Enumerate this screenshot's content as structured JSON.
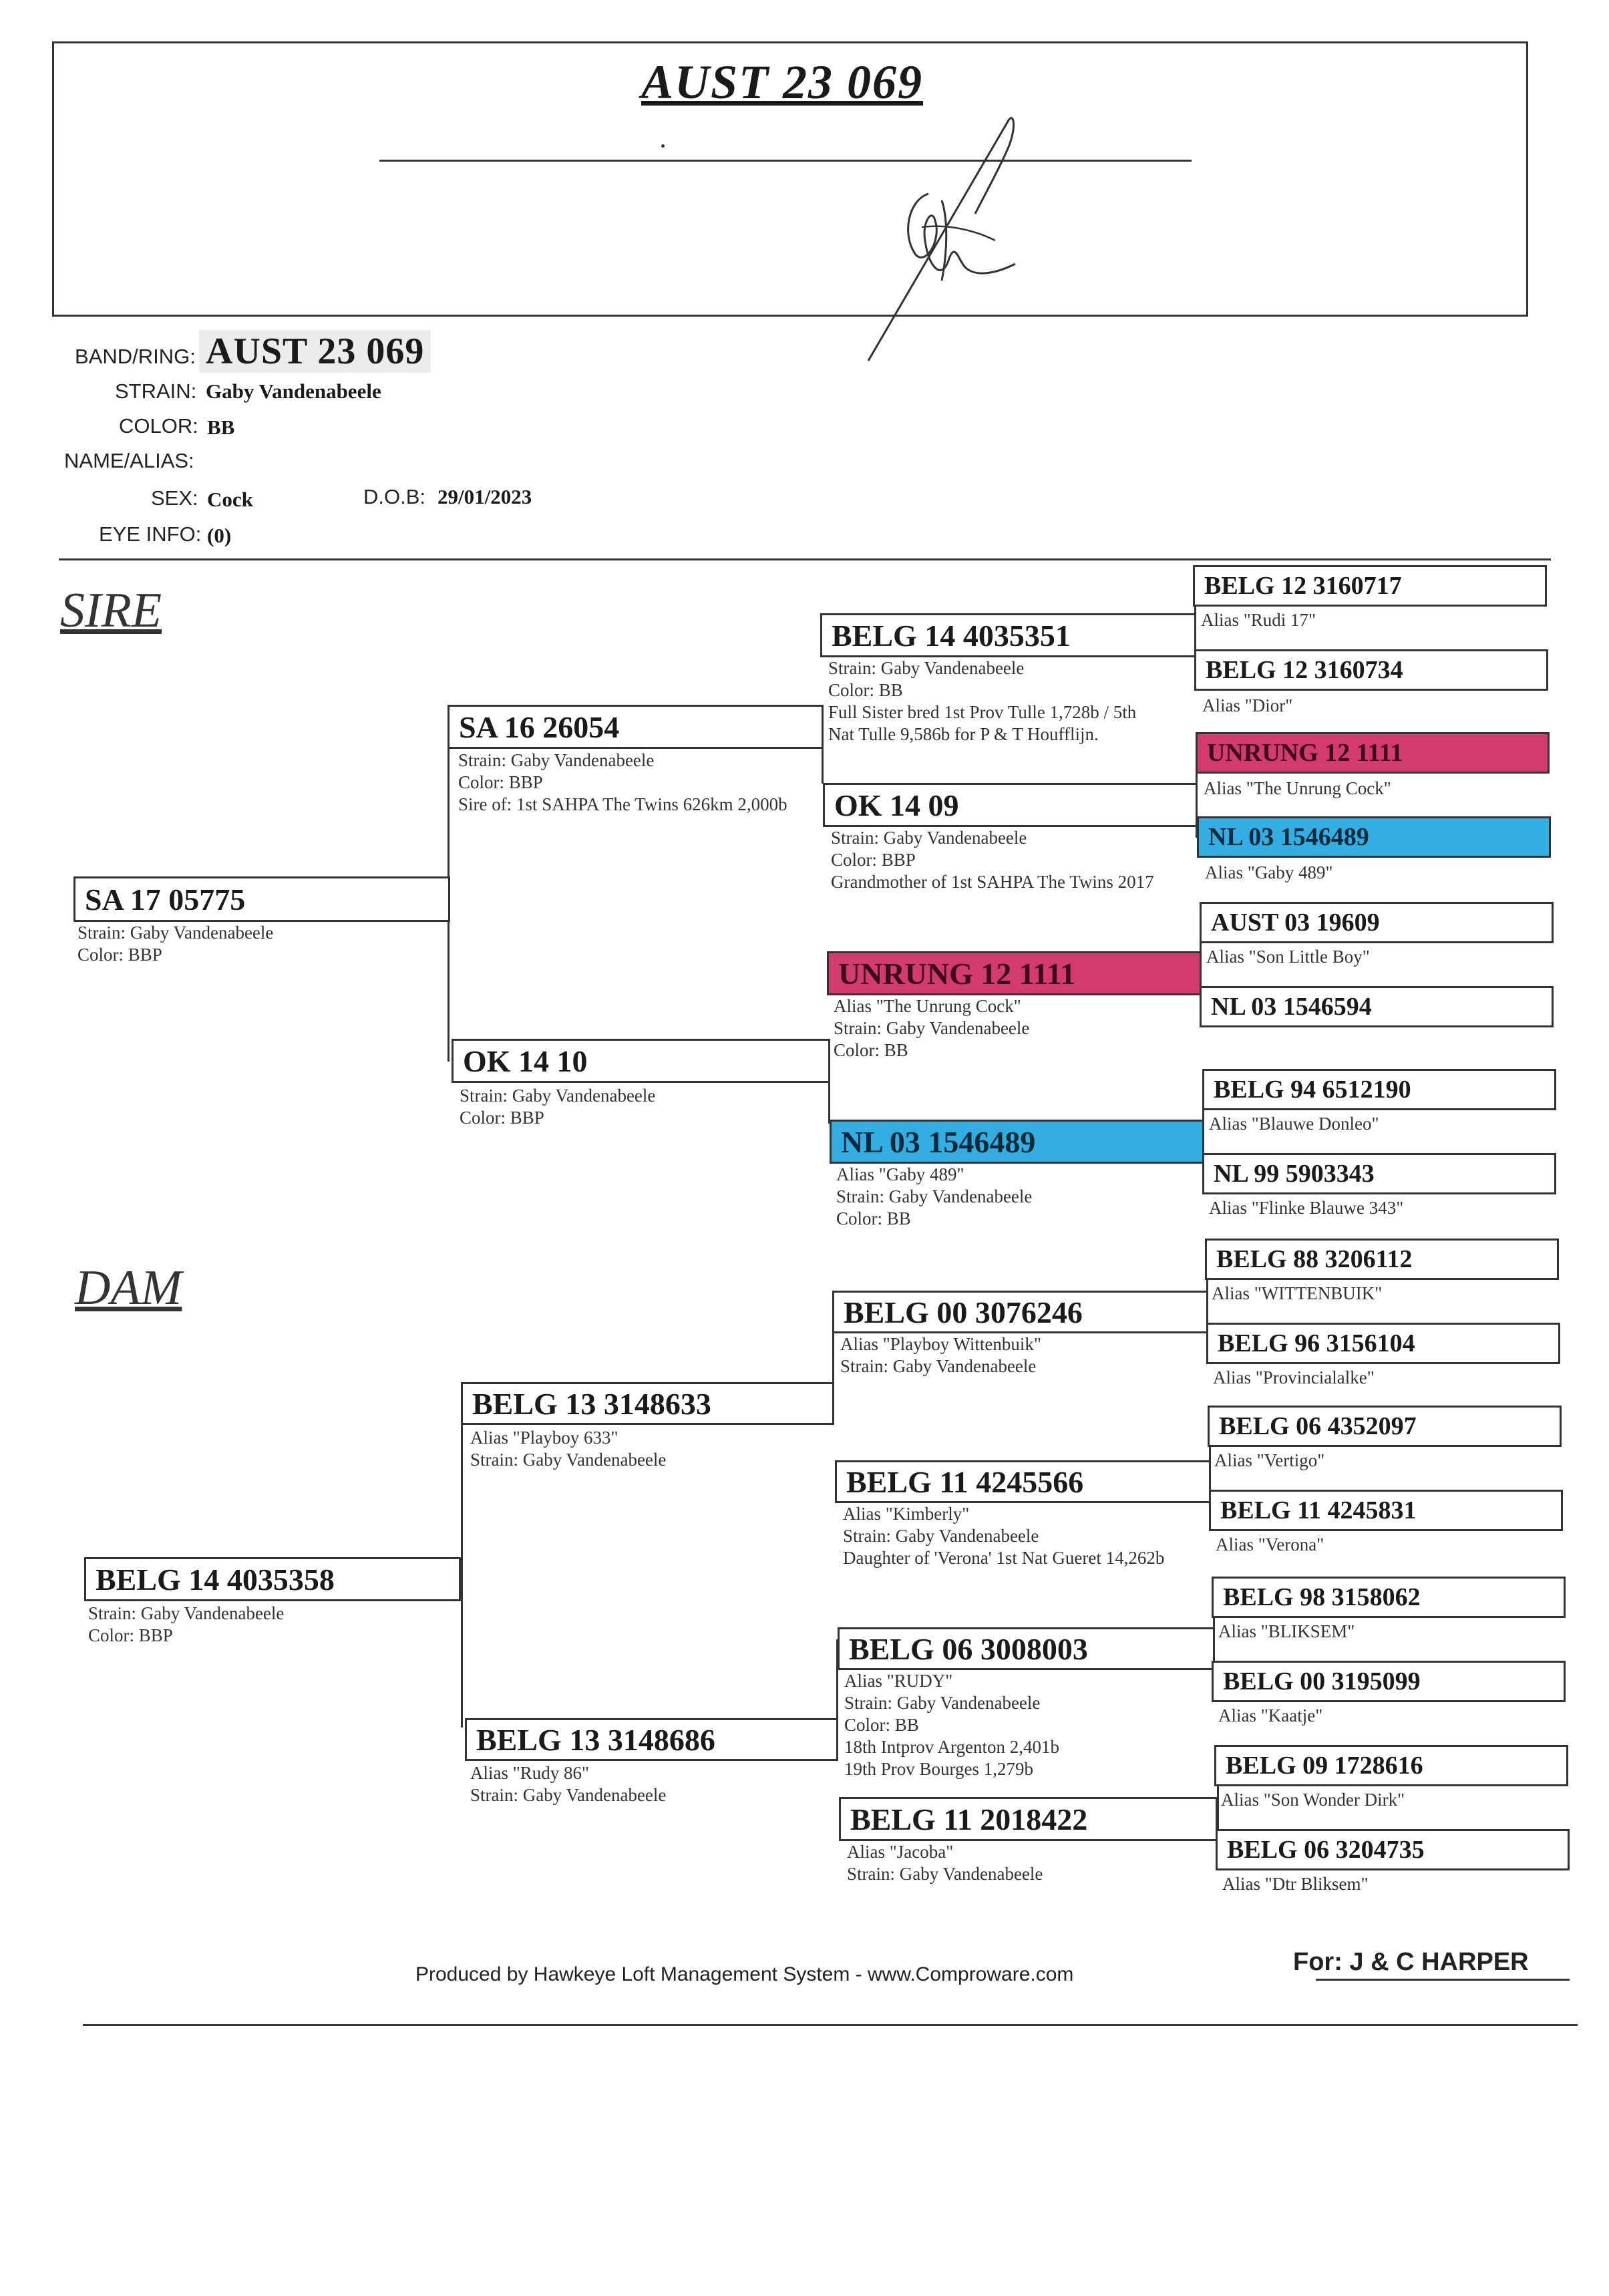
{
  "title": "AUST 23  069",
  "signature_mark": "handwritten signature",
  "info": {
    "band_label": "BAND/RING:",
    "band_value": "AUST 23  069",
    "strain_label": "STRAIN:",
    "strain_value": "Gaby Vandenabeele",
    "color_label": "COLOR:",
    "color_value": "BB",
    "name_label": "NAME/ALIAS:",
    "name_value": "",
    "sex_label": "SEX:",
    "sex_value": "Cock",
    "dob_label": "D.O.B:",
    "dob_value": "29/01/2023",
    "eye_label": "EYE INFO:",
    "eye_value": "(0)"
  },
  "sire_label": "SIRE",
  "dam_label": "DAM",
  "pedigree": {
    "sire": {
      "ring": "SA 17  05775",
      "lines": [
        "Strain: Gaby Vandenabeele",
        "Color: BBP"
      ]
    },
    "ss": {
      "ring": "SA 16  26054",
      "lines": [
        "Strain: Gaby Vandenabeele",
        "Color: BBP",
        "Sire of: 1st SAHPA The Twins 626km 2,000b"
      ]
    },
    "sd": {
      "ring": "OK 14  10",
      "lines": [
        "Strain: Gaby Vandenabeele",
        "Color: BBP"
      ]
    },
    "sss": {
      "ring": "BELG 14  4035351",
      "lines": [
        "Strain: Gaby Vandenabeele",
        "Color: BB",
        "Full Sister bred 1st Prov Tulle 1,728b / 5th",
        "Nat Tulle 9,586b for P & T Houfflijn."
      ]
    },
    "ssd": {
      "ring": "OK 14  09",
      "lines": [
        "Strain: Gaby Vandenabeele",
        "Color: BBP",
        "Grandmother of 1st SAHPA The Twins 2017"
      ]
    },
    "sds": {
      "ring": "UNRUNG 12  1111",
      "lines": [
        "Alias \"The Unrung Cock\"",
        "Strain: Gaby Vandenabeele",
        "Color: BB"
      ]
    },
    "sdd": {
      "ring": "NL 03  1546489",
      "lines": [
        "Alias \"Gaby 489\"",
        "Strain: Gaby Vandenabeele",
        "Color: BB"
      ]
    },
    "dam": {
      "ring": "BELG 14  4035358",
      "lines": [
        "Strain: Gaby Vandenabeele",
        "Color: BBP"
      ]
    },
    "ds": {
      "ring": "BELG 13  3148633",
      "lines": [
        "Alias \"Playboy 633\"",
        "Strain: Gaby Vandenabeele"
      ]
    },
    "dd": {
      "ring": "BELG 13  3148686",
      "lines": [
        "Alias \"Rudy 86\"",
        "Strain: Gaby Vandenabeele"
      ]
    },
    "dss": {
      "ring": "BELG 00  3076246",
      "lines": [
        "Alias \"Playboy Wittenbuik\"",
        "Strain: Gaby Vandenabeele"
      ]
    },
    "dsd": {
      "ring": "BELG 11  4245566",
      "lines": [
        "Alias \"Kimberly\"",
        "Strain: Gaby Vandenabeele",
        "Daughter of 'Verona' 1st Nat Gueret 14,262b"
      ]
    },
    "dds": {
      "ring": "BELG 06  3008003",
      "lines": [
        "Alias \"RUDY\"",
        "Strain: Gaby Vandenabeele",
        "Color: BB",
        "18th Intprov Argenton 2,401b",
        "19th Prov Bourges 1,279b"
      ]
    },
    "ddd": {
      "ring": "BELG 11  2018422",
      "lines": [
        "Alias \"Jacoba\"",
        "Strain: Gaby Vandenabeele"
      ]
    },
    "g4": [
      {
        "ring": "BELG 12  3160717",
        "alias": "Alias \"Rudi 17\""
      },
      {
        "ring": "BELG 12  3160734",
        "alias": "Alias \"Dior\""
      },
      {
        "ring": "UNRUNG 12  1111",
        "alias": "Alias \"The Unrung Cock\""
      },
      {
        "ring": "NL 03  1546489",
        "alias": "Alias \"Gaby 489\""
      },
      {
        "ring": "AUST 03  19609",
        "alias": "Alias \"Son Little Boy\""
      },
      {
        "ring": "NL 03  1546594",
        "alias": ""
      },
      {
        "ring": "BELG 94  6512190",
        "alias": "Alias \"Blauwe Donleo\""
      },
      {
        "ring": "NL 99  5903343",
        "alias": "Alias \"Flinke Blauwe 343\""
      },
      {
        "ring": "BELG 88  3206112",
        "alias": "Alias \"WITTENBUIK\""
      },
      {
        "ring": "BELG 96  3156104",
        "alias": "Alias \"Provincialalke\""
      },
      {
        "ring": "BELG 06  4352097",
        "alias": "Alias \"Vertigo\""
      },
      {
        "ring": "BELG 11  4245831",
        "alias": "Alias \"Verona\""
      },
      {
        "ring": "BELG 98  3158062",
        "alias": "Alias \"BLIKSEM\""
      },
      {
        "ring": "BELG 00  3195099",
        "alias": "Alias \"Kaatje\""
      },
      {
        "ring": "BELG 09  1728616",
        "alias": "Alias \"Son Wonder Dirk\""
      },
      {
        "ring": "BELG 06  3204735",
        "alias": "Alias \"Dtr Bliksem\""
      }
    ]
  },
  "colors": {
    "highlight_pink": "#d33a6d",
    "highlight_blue": "#33aee3"
  },
  "footer": {
    "produced_by": "Produced by Hawkeye Loft Management System - www.Comproware.com",
    "for": "For: J & C HARPER"
  }
}
